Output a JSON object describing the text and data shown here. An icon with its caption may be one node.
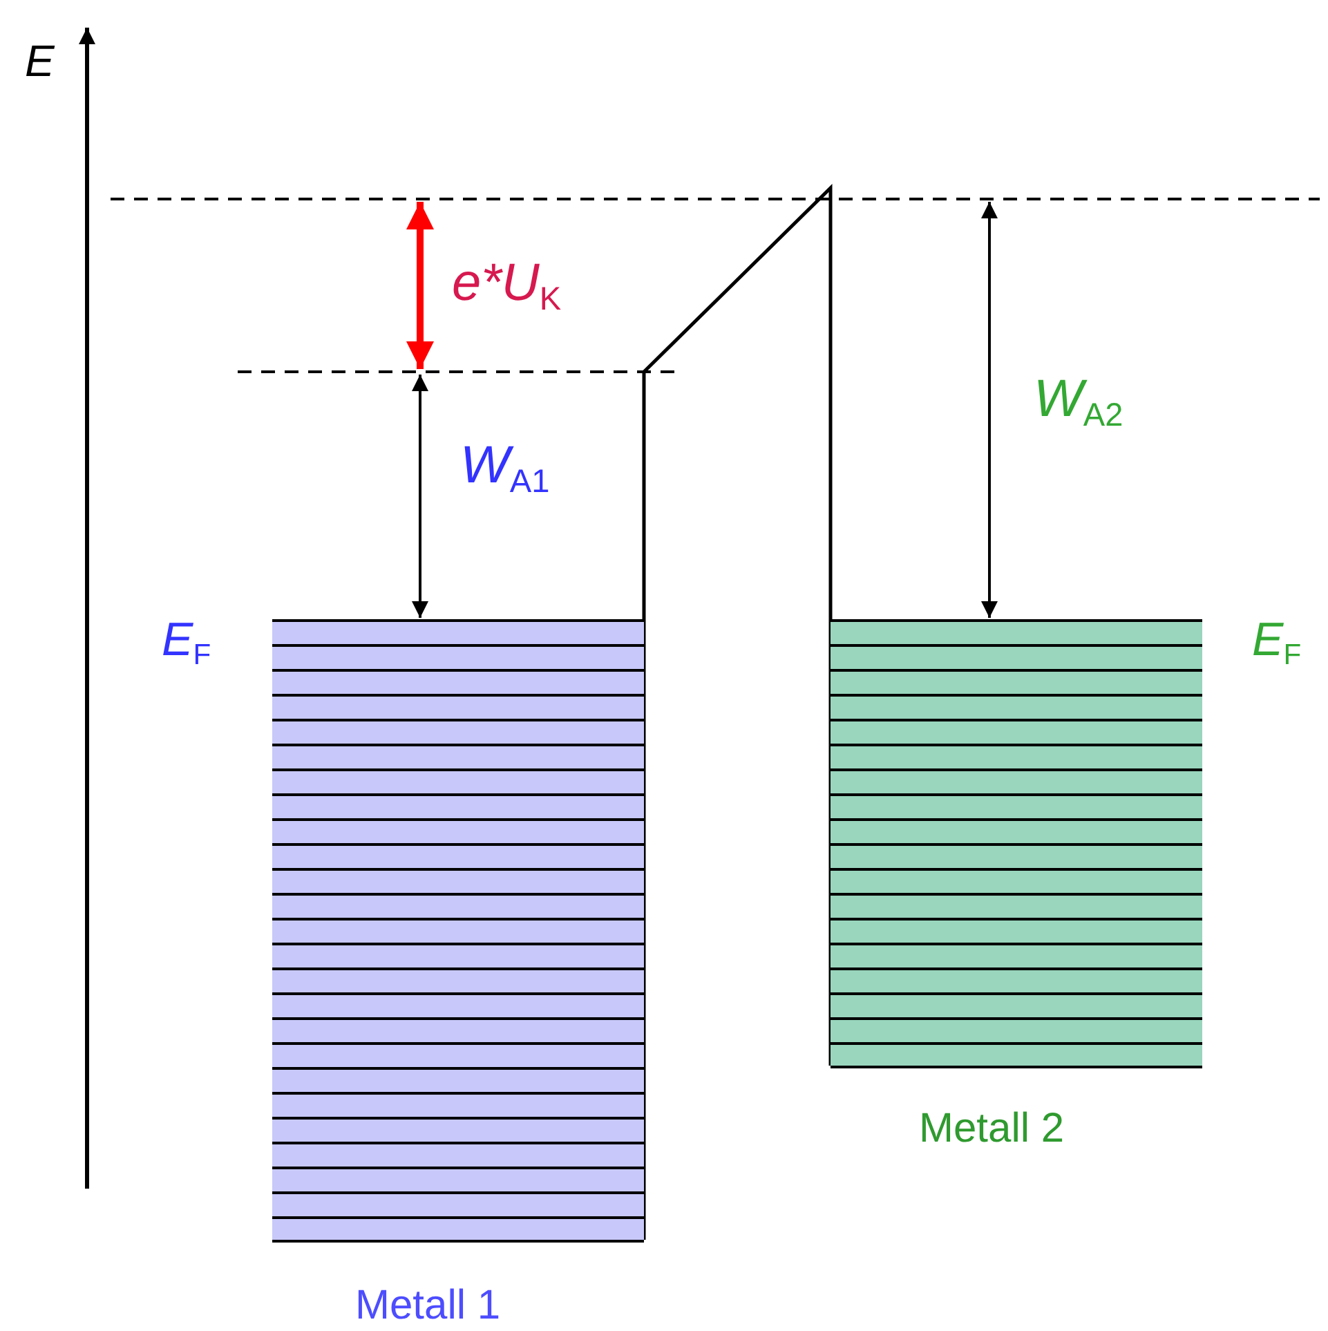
{
  "diagram": {
    "nodes": [
      {
        "text": [
          "Metall 1"
        ],
        "beside": [
          "E$_{F}$"
        ]
      },
      {
        "text": [
          "Metall 2"
        ],
        "beside": [
          "E$_{F}$"
        ]
      }
    ],
    "edges": [],
    "labels": [
      "E",
      "e*U$_{K}$",
      "W$_{A1}$",
      "W$_{A2}$"
    ]
  }
}
